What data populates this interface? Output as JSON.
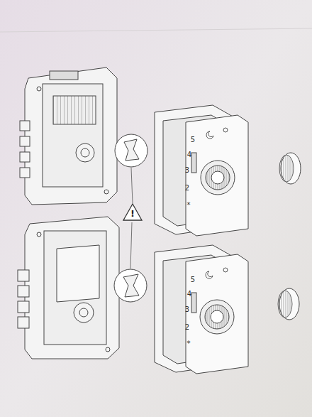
{
  "diagram": {
    "labels": [
      "!",
      "5",
      "4",
      "3",
      "2",
      "*",
      "5",
      "4",
      "3",
      "2",
      "*"
    ]
  }
}
